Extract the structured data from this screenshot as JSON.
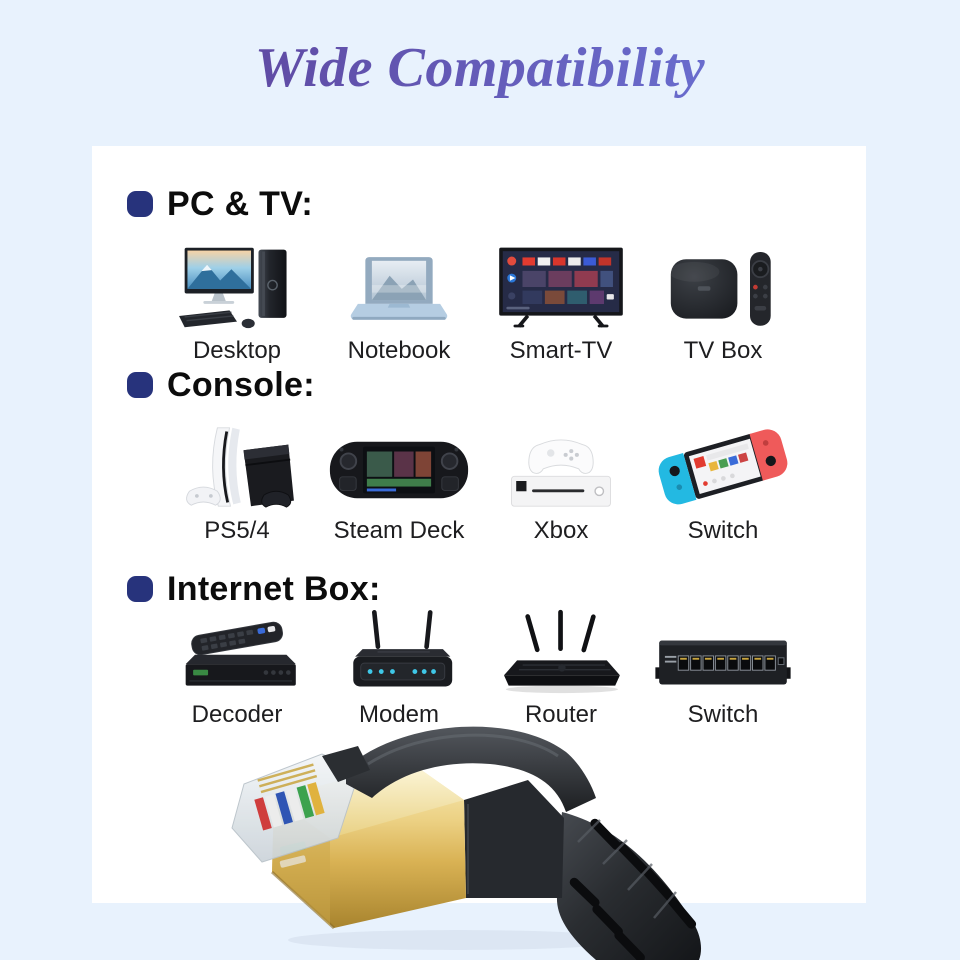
{
  "page": {
    "title": "Wide Compatibility",
    "background_color": "#e8f2fd",
    "card_color": "#ffffff",
    "title_gradient_start": "#5c4197",
    "title_gradient_end": "#6c76da",
    "bullet_color": "#27337c"
  },
  "sections": [
    {
      "label": "PC & TV:",
      "items": [
        {
          "label": "Desktop",
          "icon": "desktop-icon"
        },
        {
          "label": "Notebook",
          "icon": "notebook-icon"
        },
        {
          "label": "Smart-TV",
          "icon": "smart-tv-icon"
        },
        {
          "label": "TV Box",
          "icon": "tv-box-icon"
        }
      ]
    },
    {
      "label": "Console:",
      "items": [
        {
          "label": "PS5/4",
          "icon": "playstation-icon"
        },
        {
          "label": "Steam Deck",
          "icon": "steam-deck-icon"
        },
        {
          "label": "Xbox",
          "icon": "xbox-icon"
        },
        {
          "label": "Switch",
          "icon": "nintendo-switch-icon"
        }
      ]
    },
    {
      "label": "Internet Box:",
      "items": [
        {
          "label": "Decoder",
          "icon": "decoder-icon"
        },
        {
          "label": "Modem",
          "icon": "modem-icon"
        },
        {
          "label": "Router",
          "icon": "router-icon"
        },
        {
          "label": "Switch",
          "icon": "network-switch-icon"
        }
      ]
    }
  ],
  "product_photo": {
    "icon": "ethernet-cable-rj45-connector",
    "connector_gold_color": "#d9b254",
    "boot_color": "#2a2d31"
  }
}
